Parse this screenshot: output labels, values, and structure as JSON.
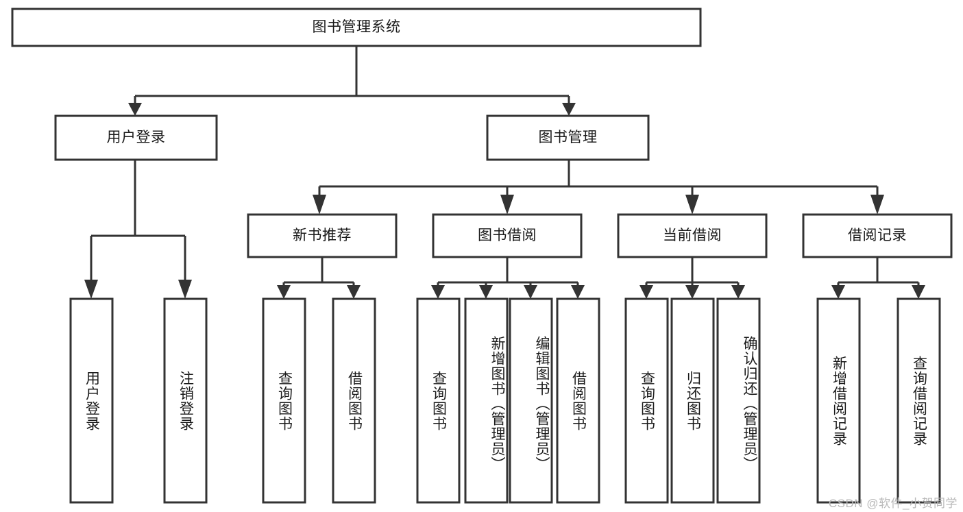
{
  "diagram": {
    "type": "tree-hierarchy-chart",
    "title": "图书管理系统",
    "root": {
      "label": "图书管理系统",
      "name": "root-node"
    },
    "level2": [
      {
        "label": "用户登录",
        "name": "node-user-login"
      },
      {
        "label": "图书管理",
        "name": "node-book-management"
      }
    ],
    "level3": [
      {
        "label": "新书推荐",
        "name": "node-new-book-recommend"
      },
      {
        "label": "图书借阅",
        "name": "node-book-borrow"
      },
      {
        "label": "当前借阅",
        "name": "node-current-borrow"
      },
      {
        "label": "借阅记录",
        "name": "node-borrow-record"
      }
    ],
    "leaves": {
      "user_login": [
        {
          "label": "用户登录",
          "name": "leaf-user-login"
        },
        {
          "label": "注销登录",
          "name": "leaf-logout"
        }
      ],
      "new_book_recommend": [
        {
          "label": "查询图书",
          "name": "leaf-query-book-1"
        },
        {
          "label": "借阅图书",
          "name": "leaf-borrow-book-1"
        }
      ],
      "book_borrow": [
        {
          "label": "查询图书",
          "name": "leaf-query-book-2"
        },
        {
          "label": "新增图书（管理员）",
          "name": "leaf-add-book-admin"
        },
        {
          "label": "编辑图书（管理员）",
          "name": "leaf-edit-book-admin"
        },
        {
          "label": "借阅图书",
          "name": "leaf-borrow-book-2"
        }
      ],
      "current_borrow": [
        {
          "label": "查询图书",
          "name": "leaf-query-book-3"
        },
        {
          "label": "归还图书",
          "name": "leaf-return-book"
        },
        {
          "label": "确认归还（管理员）",
          "name": "leaf-confirm-return-admin"
        }
      ],
      "borrow_record": [
        {
          "label": "新增借阅记录",
          "name": "leaf-add-borrow-record"
        },
        {
          "label": "查询借阅记录",
          "name": "leaf-query-borrow-record"
        }
      ]
    },
    "watermark": "CSDN @软件_小贺同学",
    "colors": {
      "stroke": "#333333",
      "fill": "#ffffff",
      "text": "#1a1a1a",
      "watermark": "#b9b9b9"
    }
  }
}
